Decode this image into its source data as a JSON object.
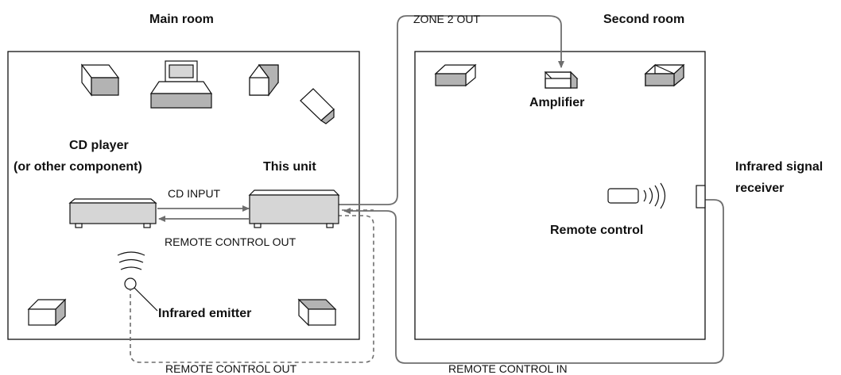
{
  "rooms": {
    "main": "Main room",
    "second": "Second room"
  },
  "devices": {
    "cd_player_line1": "CD player",
    "cd_player_line2": "(or other component)",
    "this_unit": "This unit",
    "amplifier": "Amplifier",
    "remote_control": "Remote control",
    "infrared_emitter": "Infrared emitter",
    "infrared_receiver_line1": "Infrared signal",
    "infrared_receiver_line2": "receiver"
  },
  "connections": {
    "zone2_out": "ZONE 2 OUT",
    "cd_input": "CD INPUT",
    "remote_control_out_main": "REMOTE CONTROL OUT",
    "remote_control_out_bottom": "REMOTE CONTROL OUT",
    "remote_control_in": "REMOTE CONTROL IN"
  },
  "colors": {
    "outline": "#111111",
    "cable": "#6e6e6e",
    "device_fill": "#d6d6d6",
    "speaker_fill": "#b3b3b3"
  }
}
